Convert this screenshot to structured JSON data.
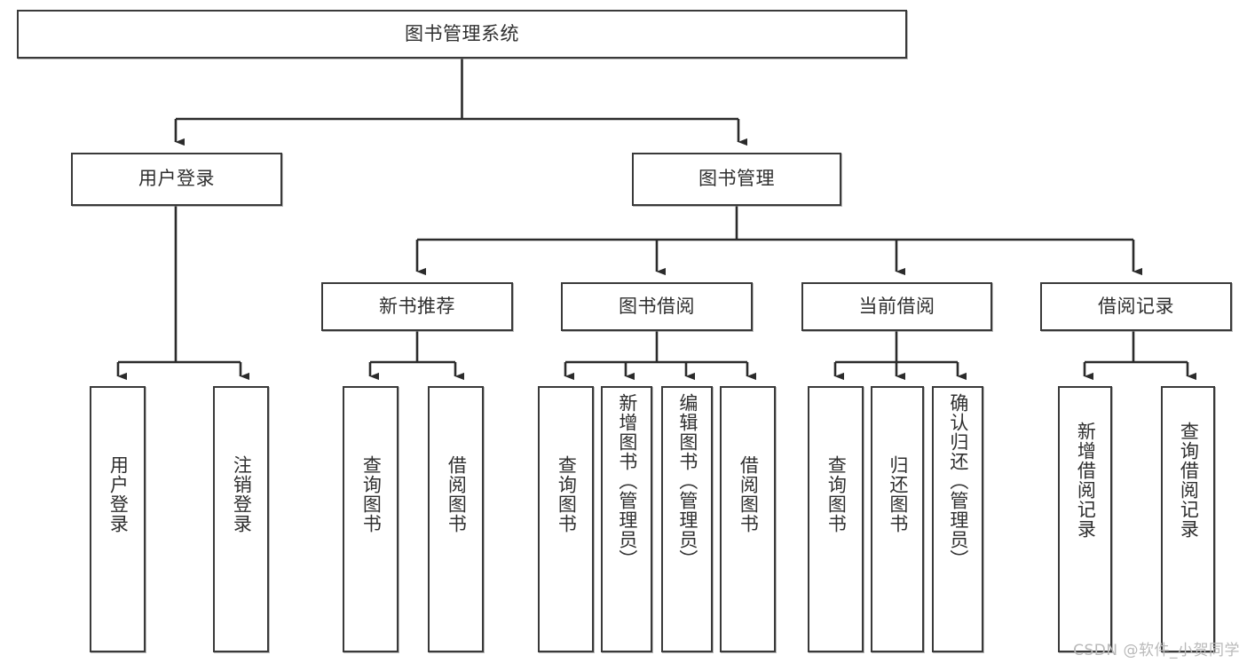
{
  "diagram": {
    "title": "图书管理系统",
    "type": "tree-hierarchy",
    "watermark": "CSDN @软件_小贺同学",
    "colors": {
      "background": "#ffffff",
      "box_border": "#3a3a3a",
      "box_fill": "#ffffff",
      "text": "#2f2f2f",
      "connector": "#2b2b2b",
      "watermark": "#b9b9b9"
    },
    "root": {
      "id": "root",
      "label": "图书管理系统"
    },
    "level2": [
      {
        "id": "user-login",
        "label": "用户登录"
      },
      {
        "id": "book-manage",
        "label": "图书管理"
      }
    ],
    "level3": [
      {
        "id": "new-book-rec",
        "label": "新书推荐"
      },
      {
        "id": "book-borrow",
        "label": "图书借阅"
      },
      {
        "id": "current-borrow",
        "label": "当前借阅"
      },
      {
        "id": "borrow-record",
        "label": "借阅记录"
      }
    ],
    "leaves": [
      {
        "id": "leaf-user-login",
        "label": "用户登录",
        "parent": "user-login"
      },
      {
        "id": "leaf-user-logout",
        "label": "注销登录",
        "parent": "user-login"
      },
      {
        "id": "leaf-query-book-1",
        "label": "查询图书",
        "parent": "new-book-rec"
      },
      {
        "id": "leaf-borrow-book-1",
        "label": "借阅图书",
        "parent": "new-book-rec"
      },
      {
        "id": "leaf-query-book-2",
        "label": "查询图书",
        "parent": "book-borrow"
      },
      {
        "id": "leaf-add-book",
        "label": "新增图书（管理员）",
        "parent": "book-borrow"
      },
      {
        "id": "leaf-edit-book",
        "label": "编辑图书（管理员）",
        "parent": "book-borrow"
      },
      {
        "id": "leaf-borrow-book-2",
        "label": "借阅图书",
        "parent": "book-borrow"
      },
      {
        "id": "leaf-query-book-3",
        "label": "查询图书",
        "parent": "current-borrow"
      },
      {
        "id": "leaf-return-book",
        "label": "归还图书",
        "parent": "current-borrow"
      },
      {
        "id": "leaf-confirm-return",
        "label": "确认归还（管理员）",
        "parent": "current-borrow"
      },
      {
        "id": "leaf-add-record",
        "label": "新增借阅记录",
        "parent": "borrow-record"
      },
      {
        "id": "leaf-query-record",
        "label": "查询借阅记录",
        "parent": "borrow-record"
      }
    ]
  }
}
